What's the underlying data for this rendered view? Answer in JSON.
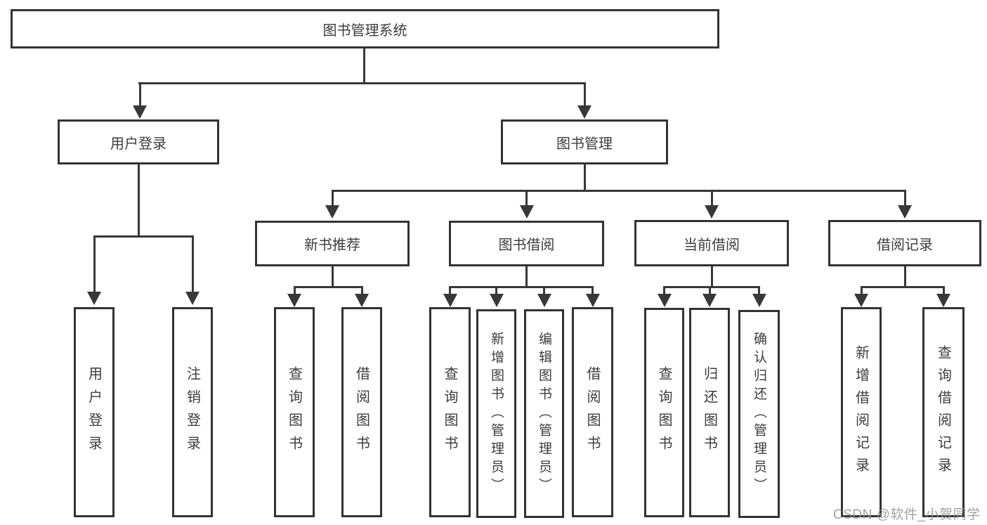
{
  "diagram_type": "functional-structure-tree",
  "colors": {
    "background": "#ffffff",
    "line": "#383838",
    "box_border": "#333333",
    "box_text": "#3c3c3c",
    "watermark": "#919191"
  },
  "tree": {
    "label": "图书管理系统",
    "children": [
      {
        "label": "用户登录",
        "children": [
          {
            "label": "用户登录"
          },
          {
            "label": "注销登录"
          }
        ]
      },
      {
        "label": "图书管理",
        "children": [
          {
            "label": "新书推荐",
            "children": [
              {
                "label": "查询图书"
              },
              {
                "label": "借阅图书"
              }
            ]
          },
          {
            "label": "图书借阅",
            "children": [
              {
                "label": "查询图书"
              },
              {
                "label": "新增图书（管理员）"
              },
              {
                "label": "编辑图书（管理员）"
              },
              {
                "label": "借阅图书"
              }
            ]
          },
          {
            "label": "当前借阅",
            "children": [
              {
                "label": "查询图书"
              },
              {
                "label": "归还图书"
              },
              {
                "label": "确认归还（管理员）"
              }
            ]
          },
          {
            "label": "借阅记录",
            "children": [
              {
                "label": "新增借阅记录"
              },
              {
                "label": "查询借阅记录"
              }
            ]
          }
        ]
      }
    ]
  },
  "watermark": {
    "text": "CSDN @软件_小贺同学"
  }
}
